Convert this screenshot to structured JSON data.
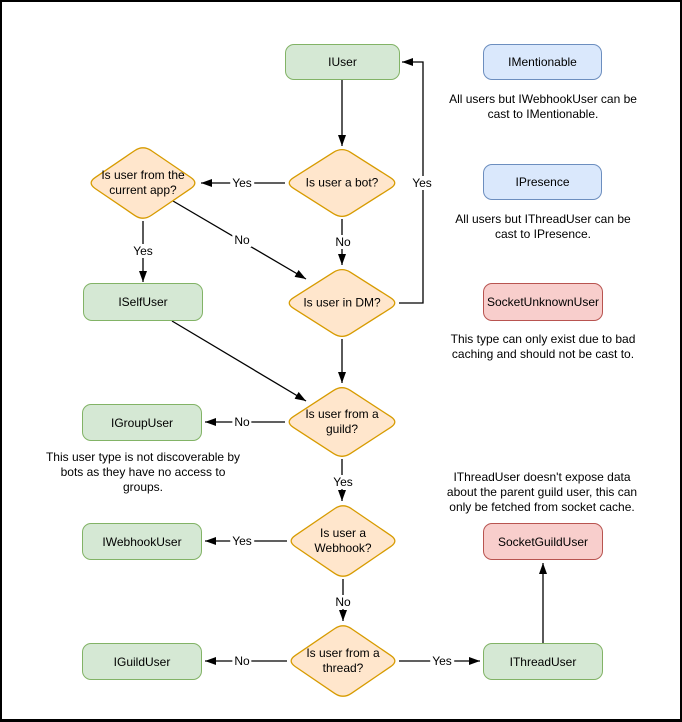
{
  "nodes": {
    "iuser": "IUser",
    "imentionable": "IMentionable",
    "ipresence": "IPresence",
    "socket_unknown_user": "SocketUnknownUser",
    "iself_user": "ISelfUser",
    "igroup_user": "IGroupUser",
    "iwebhook_user": "IWebhookUser",
    "iguild_user": "IGuildUser",
    "ithread_user": "IThreadUser",
    "socket_guild_user": "SocketGuildUser"
  },
  "decisions": {
    "is_bot": "Is user a bot?",
    "is_current_app": "Is user from the\ncurrent app?",
    "is_dm": "Is user in DM?",
    "is_guild": "Is user from a\nguild?",
    "is_webhook": "Is user a\nWebhook?",
    "is_thread": "Is user from a\nthread?"
  },
  "edge_labels": {
    "yes": "Yes",
    "no": "No"
  },
  "annotations": {
    "mentionable": "All users but IWebhookUser can be\ncast to IMentionable.",
    "presence": "All users but IThreadUser can be\ncast to IPresence.",
    "unknown": "This type can only exist due to bad\ncaching and should not be cast to.",
    "group": "This user type is not discoverable by\nbots as they have no access to\ngroups.",
    "thread": "IThreadUser doesn't expose data\nabout the parent guild user, this can\nonly be fetched from socket cache."
  },
  "colors": {
    "interface_fill": "#d5e8d4",
    "interface_stroke": "#82b366",
    "castable_fill": "#dae8fc",
    "castable_stroke": "#6c8ebf",
    "socket_fill": "#f8cecc",
    "socket_stroke": "#b85450",
    "decision_fill": "#ffe6cc",
    "decision_stroke": "#d79b00",
    "edge": "#000000",
    "background": "#ffffff"
  }
}
